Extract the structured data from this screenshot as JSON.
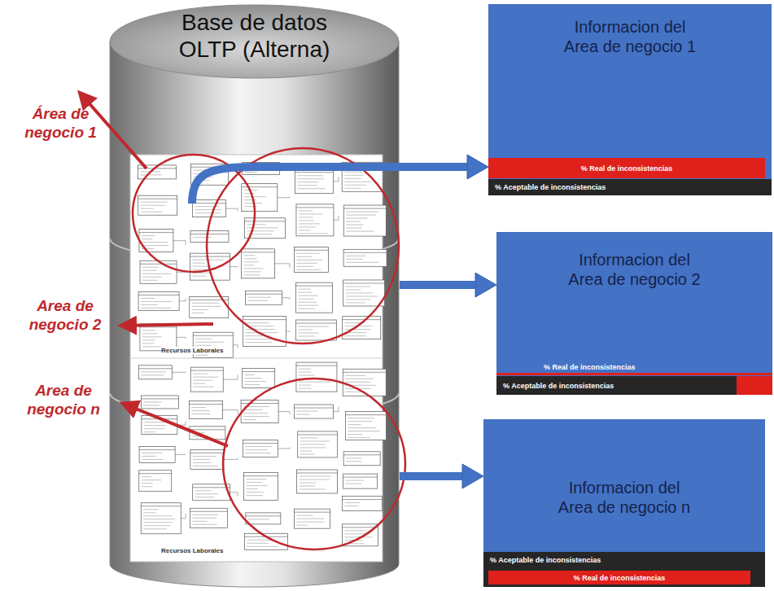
{
  "diagram": {
    "nodes": [
      {
        "text": [
          "Base de datos OLTP (Alterna)"
        ]
      },
      {
        "text": [
          "Informacion del Area de negocio 1"
        ]
      },
      {
        "text": [
          "% Real de inconsistencias"
        ],
        "in": 1
      },
      {
        "text": [
          "% Aceptable de inconsistencias"
        ],
        "in": 1
      },
      {
        "text": [
          "Informacion del Area de negocio 2"
        ]
      },
      {
        "text": [
          "% Real de inconsistencias"
        ],
        "in": 4
      },
      {
        "text": [
          "% Aceptable de inconsistencias"
        ],
        "in": 4
      },
      {
        "text": [
          "Informacion del Area de negocio n"
        ]
      },
      {
        "text": [
          "% Aceptable de inconsistencias"
        ],
        "in": 7
      },
      {
        "text": [
          "% Real de inconsistencias"
        ],
        "in": 7
      }
    ],
    "edges": [
      {
        "from": 0,
        "to": 1,
        "arrow": "to"
      },
      {
        "from": 0,
        "to": 4,
        "arrow": "to"
      },
      {
        "from": 0,
        "to": 7,
        "arrow": "to"
      }
    ],
    "labels": [
      "Área de negocio 1",
      "Area de negocio 2",
      "Area de negocio n",
      "Recursos Laborales",
      "Recursos Laborales"
    ]
  }
}
